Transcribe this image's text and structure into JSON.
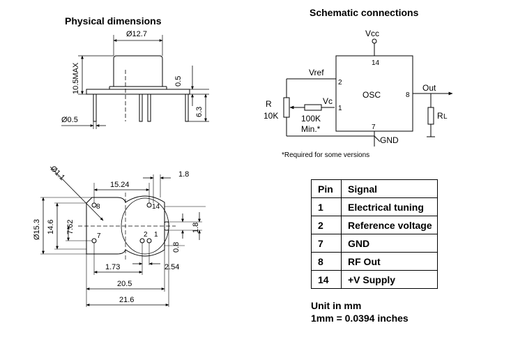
{
  "headings": {
    "physical": "Physical dimensions",
    "schematic": "Schematic connections"
  },
  "side_view": {
    "width": "Ø12.7",
    "height_max": "10.5MAX",
    "standoff": "0.5",
    "lead_length": "6.3",
    "lead_diameter": "Ø0.5"
  },
  "top_view": {
    "corner": "Ø1.1",
    "pin_spacing": "15.24",
    "edge_offset": "1.8",
    "outer_dia": "Ø15.3",
    "height_inner": "14.6",
    "half_spacing": "7.62",
    "right_offset": "1.8",
    "bottom_offset": "0.8",
    "pin1_x": "1.73",
    "pin_pitch": "2.54",
    "length_inner": "20.5",
    "length_outer": "21.6",
    "pin_numbers": [
      "8",
      "14",
      "7",
      "2",
      "1"
    ]
  },
  "schematic": {
    "vcc": "Vcc",
    "vcc_pin": "14",
    "vref": "Vref",
    "vref_pin": "2",
    "osc": "OSC",
    "vc": "Vc",
    "vc_pin": "1",
    "out": "Out",
    "out_pin": "8",
    "r_label": "R",
    "r_value": "10K",
    "rc_value": "100K",
    "rc_note": "Min.*",
    "rl_main": "R",
    "rl_sub": "L",
    "gnd_pin": "7",
    "gnd": "GND",
    "footnote": "*Required for some versions"
  },
  "pin_table": {
    "headers": [
      "Pin",
      "Signal"
    ],
    "rows": [
      {
        "pin": "1",
        "signal": "Electrical tuning"
      },
      {
        "pin": "2",
        "signal": "Reference voltage"
      },
      {
        "pin": "7",
        "signal": "GND"
      },
      {
        "pin": "8",
        "signal": "RF Out"
      },
      {
        "pin": "14",
        "signal": "+V Supply"
      }
    ]
  },
  "units": {
    "line1": "Unit in mm",
    "line2": "1mm = 0.0394 inches"
  }
}
